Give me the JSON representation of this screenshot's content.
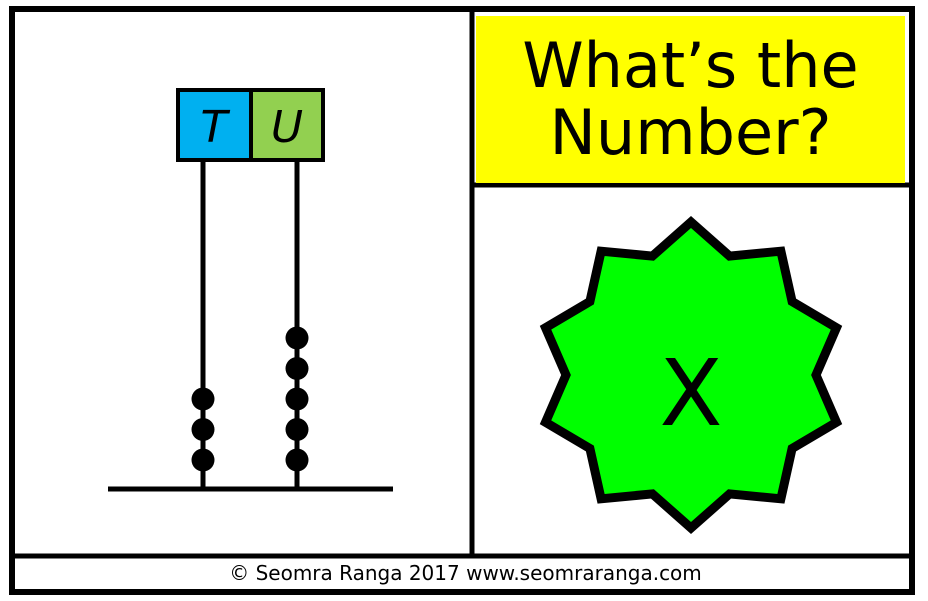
{
  "title": {
    "line1": "What’s the",
    "line2": "Number?"
  },
  "abacus": {
    "columns": [
      {
        "label": "T",
        "color": "#00b0f0",
        "beads": 3
      },
      {
        "label": "U",
        "color": "#92d050",
        "beads": 5
      }
    ]
  },
  "answer": {
    "text": "X",
    "badge_color": "#00ff00"
  },
  "title_color": "#ffff00",
  "footer": {
    "text": "© Seomra Ranga 2017 www.seomraranga.com"
  }
}
